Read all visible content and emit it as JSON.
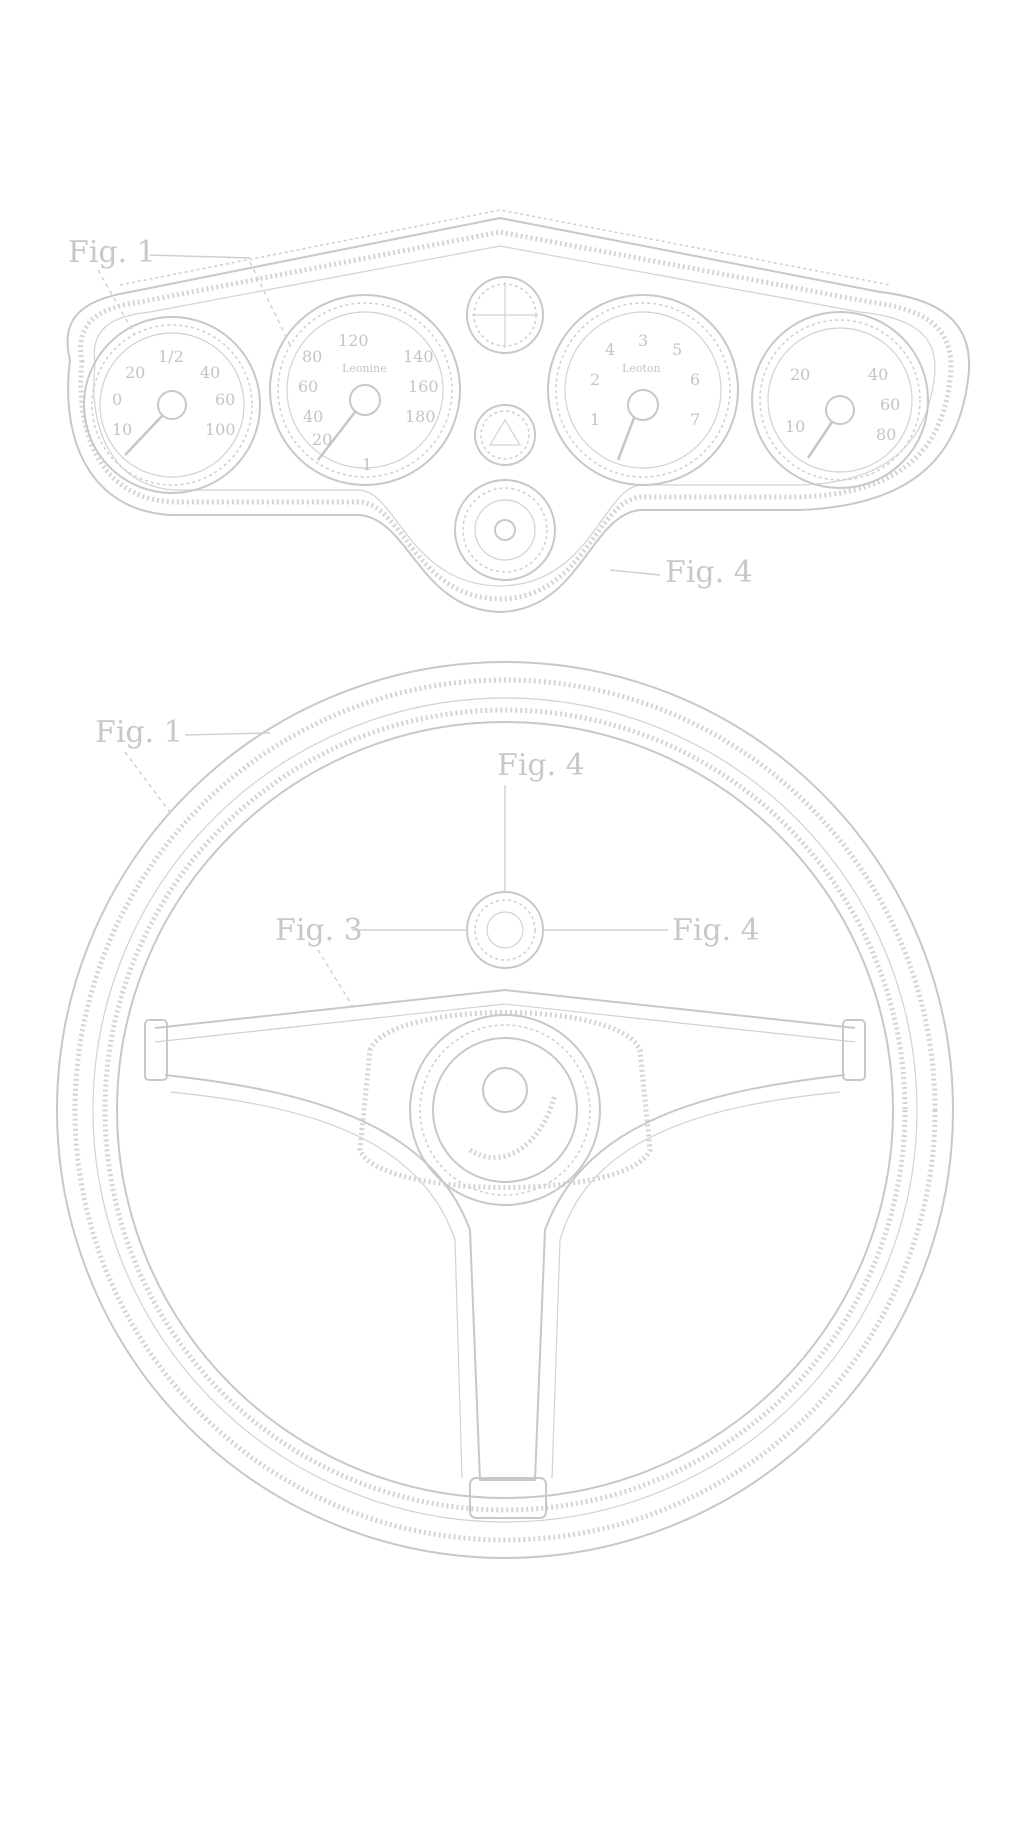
{
  "figure_labels": {
    "dash_fig1": "Fig. 1",
    "dash_fig4": "Fig. 4",
    "wheel_fig1": "Fig. 1",
    "wheel_fig4_top": "Fig. 4",
    "wheel_fig3": "Fig. 3",
    "wheel_fig4_right": "Fig. 4"
  },
  "gauges": {
    "fuel": {
      "word": "",
      "numbers": [
        "20",
        "1/2",
        "40",
        "0",
        "60",
        "10",
        "100"
      ]
    },
    "speed": {
      "word": "Leonine",
      "numbers": [
        "120",
        "80",
        "140",
        "60",
        "160",
        "40",
        "180",
        "20",
        "1"
      ]
    },
    "tacho": {
      "word": "Leoton",
      "numbers": [
        "3",
        "4",
        "5",
        "2",
        "6",
        "1",
        "7"
      ]
    },
    "temp": {
      "word": "",
      "numbers": [
        "20",
        "40",
        "10",
        "60",
        "80"
      ]
    }
  },
  "colors": {
    "ink": "#c8c8c8",
    "paper": "#ffffff"
  }
}
